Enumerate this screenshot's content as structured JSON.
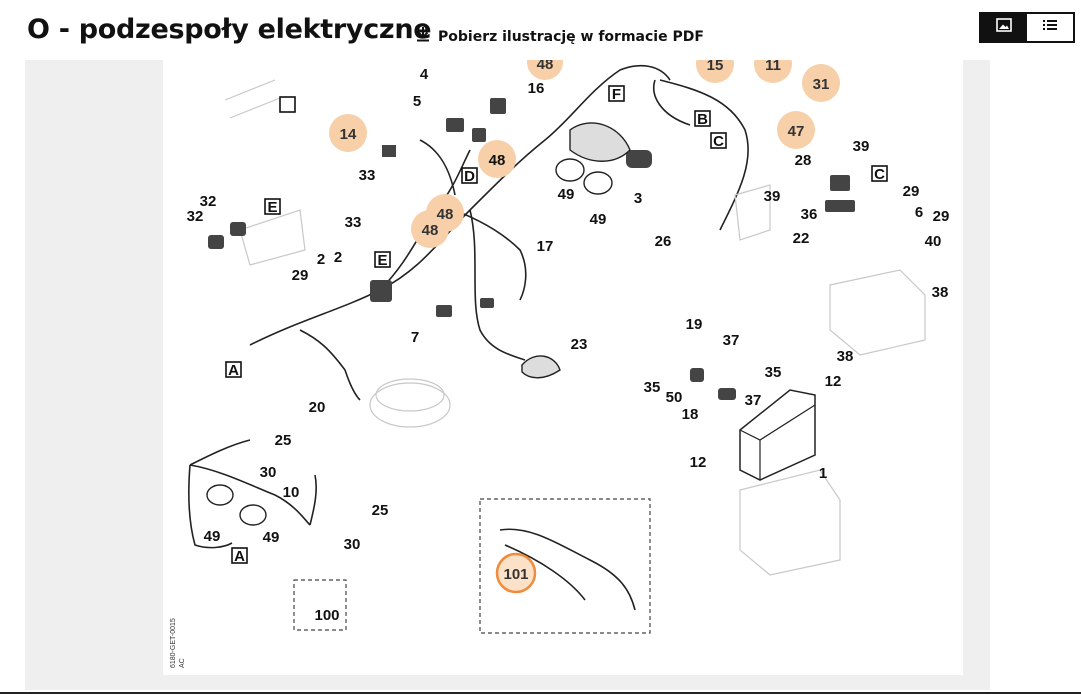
{
  "header": {
    "title": "O - podzespoły elektryczne",
    "download_label": "Pobierz ilustrację w formacie PDF",
    "download_icon": "download-icon",
    "view_image_icon": "image-icon",
    "view_list_icon": "list-icon"
  },
  "diagram": {
    "drawing_code": "6180-GET-0015",
    "drawing_sub": "AC",
    "highlighted_callouts": [
      "14",
      "48",
      "48",
      "48",
      "48",
      "15",
      "11",
      "31",
      "47",
      "101"
    ],
    "callouts": [
      "4",
      "5",
      "16",
      "F",
      "33",
      "D",
      "48",
      "49",
      "49",
      "3",
      "B",
      "C",
      "39",
      "28",
      "C",
      "29",
      "6",
      "29",
      "40",
      "36",
      "39",
      "22",
      "26",
      "32",
      "32",
      "E",
      "33",
      "17",
      "2",
      "2",
      "E",
      "29",
      "38",
      "38",
      "7",
      "23",
      "19",
      "37",
      "35",
      "35",
      "12",
      "50",
      "37",
      "18",
      "12",
      "1",
      "A",
      "20",
      "25",
      "30",
      "10",
      "25",
      "49",
      "49",
      "30",
      "A",
      "100"
    ]
  },
  "colors": {
    "accent_light": "#f7cfa8",
    "accent_strong": "#f08c3c",
    "accent_fill": "#fbe1c8",
    "frame_bg": "#efefef"
  }
}
